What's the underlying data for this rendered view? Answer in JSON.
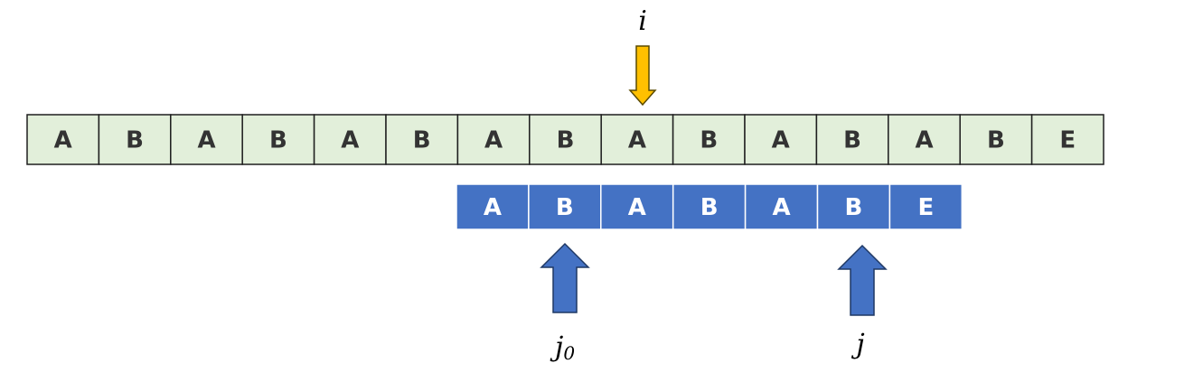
{
  "text_array": {
    "cells": [
      "A",
      "B",
      "A",
      "B",
      "A",
      "B",
      "A",
      "B",
      "A",
      "B",
      "A",
      "B",
      "A",
      "B",
      "E"
    ],
    "fill_color": "#e2efda",
    "stroke_color": "#1f1f1f"
  },
  "pattern_array": {
    "cells": [
      "A",
      "B",
      "A",
      "B",
      "A",
      "B",
      "E"
    ],
    "fill_color": "#4472c4",
    "separator_color": "#ffffff"
  },
  "pointers": {
    "i": {
      "label": "i",
      "color": "#ffc000",
      "target_text_index": 8
    },
    "j0": {
      "label": "j",
      "subscript": "0",
      "color": "#4472c4",
      "target_pattern_index": 1
    },
    "j": {
      "label": "j",
      "color": "#4472c4",
      "target_pattern_index": 5
    }
  }
}
